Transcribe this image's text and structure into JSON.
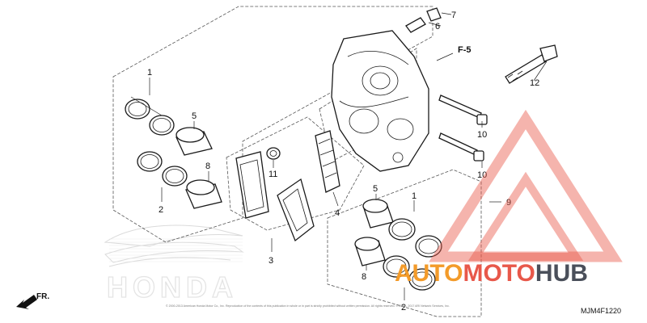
{
  "callouts": {
    "c1a": "1",
    "c2a": "2",
    "c5a": "5",
    "c8a": "8",
    "c11": "11",
    "c3": "3",
    "c4": "4",
    "c6": "6",
    "c7": "7",
    "c12": "12",
    "c10a": "10",
    "c10b": "10",
    "c9": "9",
    "c5b": "5",
    "c1b": "1",
    "c8b": "8",
    "c2b": "2"
  },
  "reference": "F-5",
  "front_arrow_label": "FR.",
  "brand_logo_text": "HONDA",
  "copyright_text": "© 2000-2013 American Honda Motor Co., Inc. Reproduction of the contents of this publication in whole or in part is strictly prohibited without written permission. All rights reserved. © 2000 - 2017 ARI Network Services, Inc.",
  "diagram_code": "MJM4F1220",
  "watermark": {
    "part1": "AUTO",
    "part2": "MOTO",
    "part3": "HUB",
    "colors": {
      "auto": "#f39b2a",
      "moto": "#e8584a",
      "hub": "#4a4f5a",
      "triangle": "#e8584a"
    }
  }
}
